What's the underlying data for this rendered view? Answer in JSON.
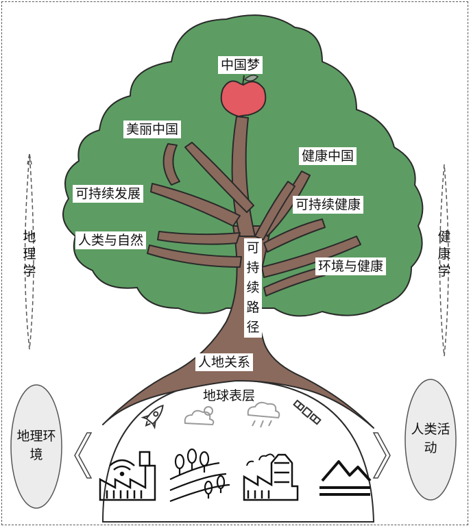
{
  "title": "中国梦",
  "branches": {
    "beautiful_china": "美丽中国",
    "healthy_china": "健康中国",
    "sustainable_development": "可持续发展",
    "sustainable_health": "可持续健康",
    "human_nature": "人类与自然",
    "environment_health": "环境与健康"
  },
  "trunk": {
    "path": "可持续路径"
  },
  "roots": {
    "human_land": "人地关系"
  },
  "ground": {
    "label": "地球表层"
  },
  "sides": {
    "geography": "地理学",
    "health_science": "健康学",
    "geo_environment": "地理环境",
    "human_activity": "人类活动"
  },
  "colors": {
    "canopy": "#5d9d63",
    "trunk": "#8a6a5d",
    "apple": "#e35a62",
    "outline": "#2a2a2a"
  },
  "icons": [
    "rocket-icon",
    "cloud-sun-icon",
    "storm-cloud-icon",
    "satellite-icon",
    "smart-factory-icon",
    "forest-road-icon",
    "industrial-plant-icon",
    "mountain-icon"
  ]
}
